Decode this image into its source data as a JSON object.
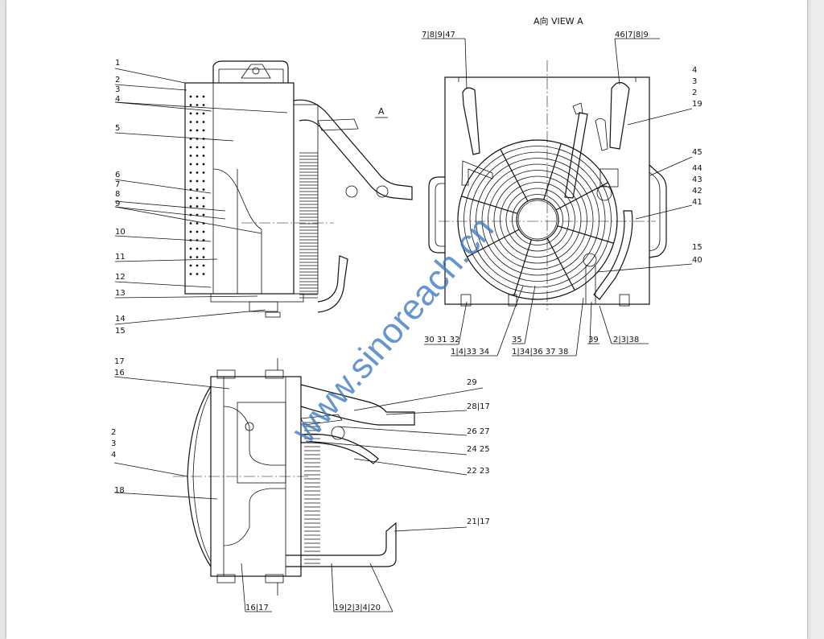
{
  "views": {
    "view_a_title": "A向 VIEW A",
    "section_mark": "A"
  },
  "callouts": {
    "side_view": [
      "1",
      "2",
      "3",
      "4",
      "5",
      "6",
      "7",
      "8",
      "9",
      "10",
      "11",
      "12",
      "13",
      "14",
      "15"
    ],
    "view_a": [
      "7|8|9|47",
      "46|7|8|9",
      "4",
      "3",
      "2",
      "19",
      "45",
      "44",
      "43",
      "42",
      "41",
      "15",
      "40",
      "30 31 32",
      "1|4|33 34",
      "35",
      "1|34|36 37 38",
      "39",
      "2|3|38"
    ],
    "top_view": [
      "17",
      "16",
      "2",
      "3",
      "4",
      "18",
      "29",
      "28|17",
      "26 27",
      "24 25",
      "22 23",
      "21|17",
      "16|17",
      "19|2|3|4|20"
    ]
  },
  "watermark": "www.sinoreach.cn",
  "colors": {
    "line": "#111111",
    "watermark": "#3a78c0",
    "background": "#e6e6e6",
    "sheet": "#ffffff"
  }
}
